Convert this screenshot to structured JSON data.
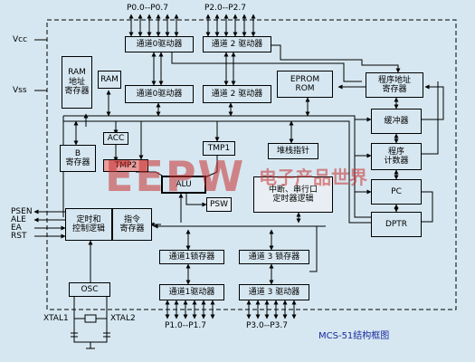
{
  "pins": {
    "vcc": "Vcc",
    "vss": "Vss",
    "psen": "PSEN",
    "ale": "ALE",
    "ea": "EA",
    "rst": "RST",
    "xtal1": "XTAL1",
    "xtal2": "XTAL2"
  },
  "ports": {
    "p0": "P0.0--P0.7",
    "p2": "P2.0--P2.7",
    "p1": "P1.0--P1.7",
    "p3": "P3.0--P3.7"
  },
  "blocks": {
    "ch0_driver_top": "通道0驱动器",
    "ch2_driver_top": "通道 2 驱动器",
    "ch0_driver_mid": "通道0驱动器",
    "ch2_driver_mid": "通道 2 驱动器",
    "ram_addr_reg": "RAM\n地址\n寄存器",
    "ram": "RAM",
    "eprom": "EPROM\nROM",
    "prog_addr_reg": "程序地址\n寄存器",
    "buffer": "缓冲器",
    "prog_counter": "程序\n计数器",
    "pc": "PC",
    "dptr": "DPTR",
    "acc": "ACC",
    "b_reg": "B\n寄存器",
    "tmp2": "TMP2",
    "tmp1": "TMP1",
    "stack_ptr": "堆栈指针",
    "alu": "ALU",
    "psw": "PSW",
    "interrupt_logic": "中断、串行口\n定时器逻辑",
    "timing_control": "定时和\n控制逻辑",
    "instr_reg": "指令\n寄存器",
    "ch1_latch": "通道1锁存器",
    "ch3_latch": "通道 3 锁存器",
    "ch1_driver": "通道1驱动器",
    "ch3_driver": "通道 3 驱动器",
    "osc": "OSC"
  },
  "caption": "MCS-51结构框图",
  "watermark": {
    "logo_text": "EEPW",
    "cn_text": "电子产品世界"
  }
}
